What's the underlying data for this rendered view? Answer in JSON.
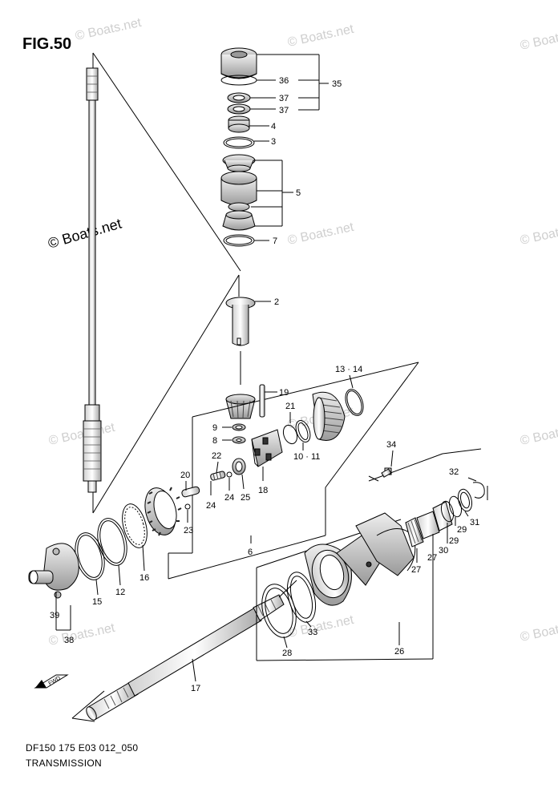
{
  "figure": {
    "title": "FIG.50",
    "footer_code": "DF150 175 E03 012_050",
    "footer_name": "TRANSMISSION",
    "direction_badge": "FWD"
  },
  "watermark": {
    "text": "© Boats.net",
    "color": "#cfcfcf"
  },
  "callouts": {
    "c2": "2",
    "c3": "3",
    "c4": "4",
    "c5": "5",
    "c6": "6",
    "c7": "7",
    "c8": "8",
    "c9": "9",
    "c10_11": "10 · 11",
    "c12": "12",
    "c13_14": "13 · 14",
    "c15": "15",
    "c16": "16",
    "c17": "17",
    "c18": "18",
    "c19": "19",
    "c20": "20",
    "c21": "21",
    "c22": "22",
    "c23": "23",
    "c24a": "24",
    "c24b": "24",
    "c25": "25",
    "c26": "26",
    "c27a": "27",
    "c27b": "27",
    "c28": "28",
    "c29a": "29",
    "c29b": "29",
    "c30": "30",
    "c31": "31",
    "c32": "32",
    "c33": "33",
    "c34": "34",
    "c35": "35",
    "c36": "36",
    "c37a": "37",
    "c37b": "37",
    "c38": "38",
    "c39": "39"
  },
  "colors": {
    "line": "#000000",
    "watermark": "#cfcfcf"
  }
}
